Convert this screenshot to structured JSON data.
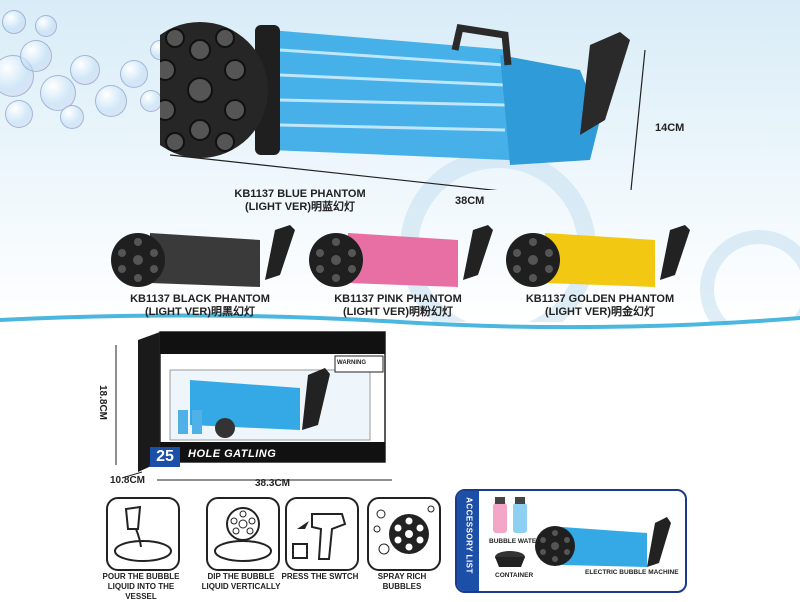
{
  "main_product": {
    "label_line1": "KB1137 BLUE PHANTOM",
    "label_line2": "(LIGHT VER)明蓝幻灯",
    "length": "38CM",
    "height": "14CM"
  },
  "variants": [
    {
      "line1": "KB1137 BLACK PHANTOM",
      "line2": "(LIGHT VER)明黑幻灯",
      "color": "#2a2a2a"
    },
    {
      "line1": "KB1137 PINK PHANTOM",
      "line2": "(LIGHT VER)明粉幻灯",
      "color": "#e86fa3"
    },
    {
      "line1": "KB1137 GOLDEN PHANTOM",
      "line2": "(LIGHT VER)明金幻灯",
      "color": "#f2c812"
    }
  ],
  "package": {
    "badge_number": "25",
    "brand_text": "HOLE GATLING",
    "warning": "WARNING",
    "height": "18.8CM",
    "depth": "10.8CM",
    "width": "38.3CM"
  },
  "steps": [
    {
      "label": "POUR THE BUBBLE LIQUID INTO THE VESSEL"
    },
    {
      "label": "DIP THE BUBBLE LIQUID VERTICALLY"
    },
    {
      "label": "PRESS THE SWTCH"
    },
    {
      "label": "SPRAY RICH BUBBLES"
    }
  ],
  "accessory": {
    "title": "ACCESSORY LIST",
    "bubble_water": "BUBBLE WATER",
    "container": "CONTAINER",
    "machine": "ELECTRIC BUBBLE MACHINE"
  },
  "colors": {
    "blue_body": "#35a9e6",
    "accent_blue": "#1c4fa8",
    "cyan_divider": "#4bb6de"
  }
}
